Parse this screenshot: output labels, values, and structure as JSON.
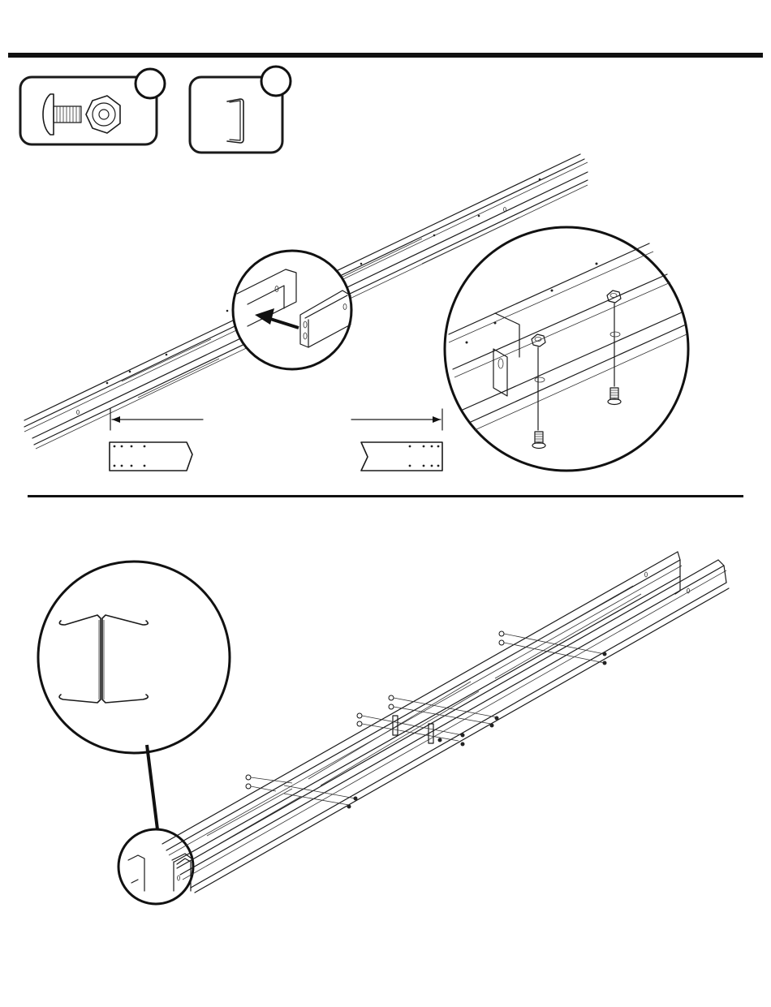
{
  "parts": [
    {
      "name": "bolt-and-nut",
      "icon": "bolt-nut-icon",
      "count_badge": ""
    },
    {
      "name": "channel-bracket",
      "icon": "bracket-icon",
      "count_badge": ""
    }
  ],
  "steps": [
    {
      "name": "step-top",
      "description": ""
    },
    {
      "name": "step-bottom",
      "description": ""
    }
  ],
  "colors": {
    "ink": "#1a1a1a",
    "paper": "#ffffff"
  }
}
